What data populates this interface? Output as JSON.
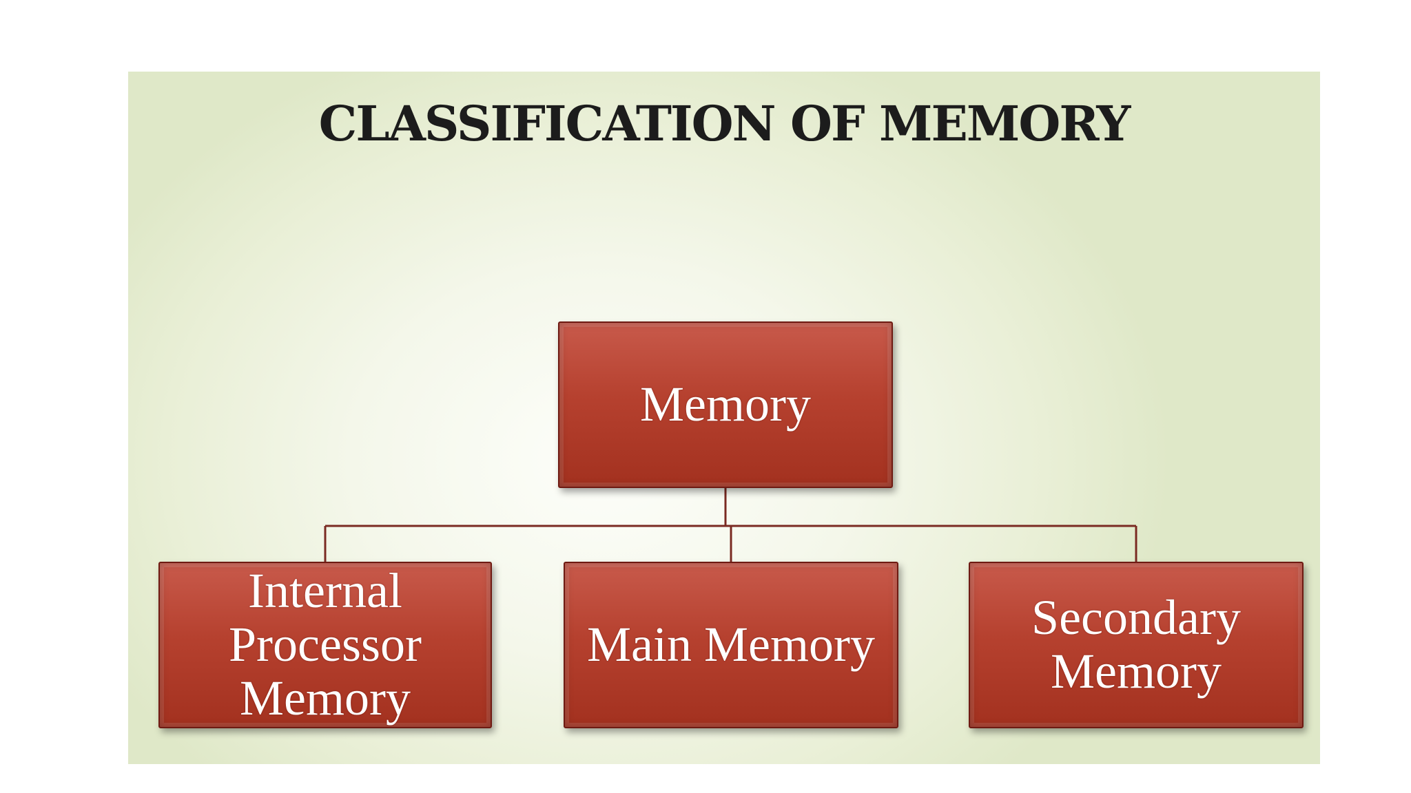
{
  "title": "CLASSIFICATION OF MEMORY",
  "diagram": {
    "root": "Memory",
    "children": [
      "Internal\nProcessor\nMemory",
      "Main Memory",
      "Secondary\nMemory"
    ]
  },
  "colors": {
    "node_fill": "#b6412f",
    "node_border": "#6e1a12",
    "connector": "#7a2a22",
    "title": "#1c1c1c"
  }
}
